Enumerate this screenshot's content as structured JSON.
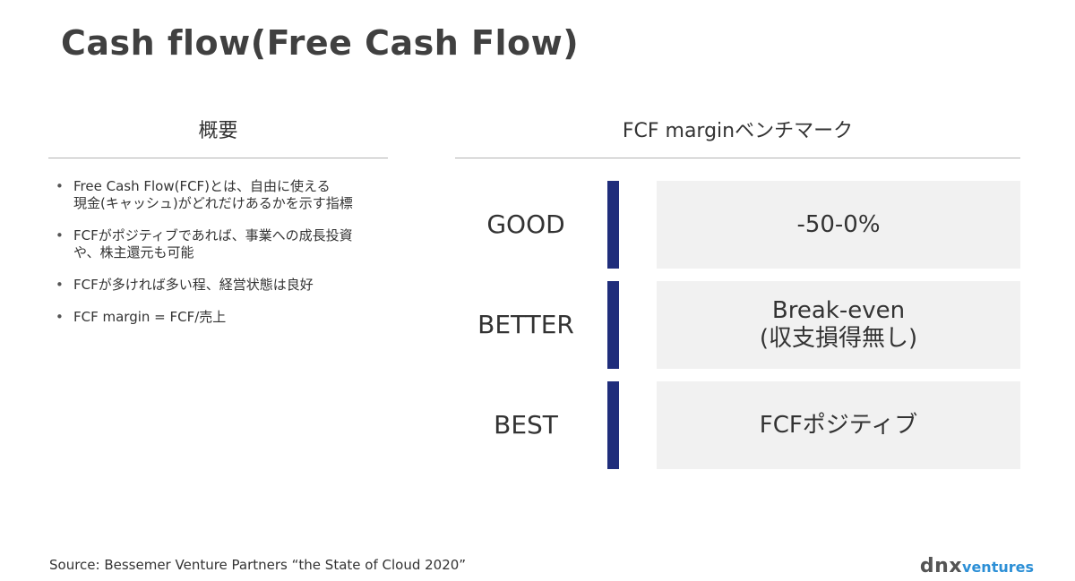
{
  "title": "Cash flow(Free Cash Flow)",
  "overview": {
    "heading": "概要",
    "bullets": [
      {
        "line1": "Free Cash Flow(FCF)とは、自由に使える",
        "line2": "現金(キャッシュ)がどれだけあるかを示す指標"
      },
      {
        "line1": "FCFがポジティブであれば、事業への成長投資",
        "line2": "や、株主還元も可能"
      },
      {
        "line1": "FCFが多ければ多い程、経営状態は良好",
        "line2": ""
      },
      {
        "line1": "FCF margin = FCF/売上",
        "line2": ""
      }
    ]
  },
  "benchmark": {
    "heading": "FCF marginベンチマーク",
    "rows": [
      {
        "label": "GOOD",
        "value_line1": "-50-0%",
        "value_line2": ""
      },
      {
        "label": "BETTER",
        "value_line1": "Break-even",
        "value_line2": "(収支損得無し)"
      },
      {
        "label": "BEST",
        "value_line1": "FCFポジティブ",
        "value_line2": ""
      }
    ],
    "accent_color": "#1f2d7b"
  },
  "footer": {
    "source": "Source: Bessemer Venture Partners “the State of Cloud 2020”",
    "logo_main": "dnx",
    "logo_sub": "ventures",
    "logo_color": "#2c8fd6"
  }
}
